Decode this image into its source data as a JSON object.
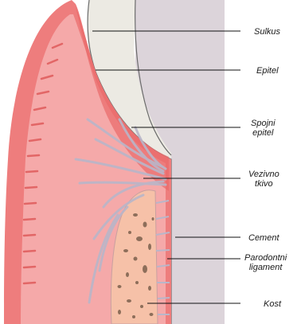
{
  "labels": {
    "sulkus": "Sulkus",
    "epitel": "Epitel",
    "spojni_epitel": [
      "Spojni",
      "epitel"
    ],
    "vezivno_tkivo": [
      "Vezivno",
      "tkivo"
    ],
    "cement": "Cement",
    "parodontni_ligament": [
      "Parodontni",
      "ligament"
    ],
    "kost": "Kost"
  },
  "colors": {
    "gingiva": "#ee7d7d",
    "connective_tissue": "#f5a9a9",
    "bone": "#f6c1a8",
    "bone_pores": "#8d6e5a",
    "tooth_enamel": "#eceae3",
    "tooth_root": "#dcd4da",
    "fibers": "#b9b6c9",
    "leader_lines": "#111111"
  }
}
